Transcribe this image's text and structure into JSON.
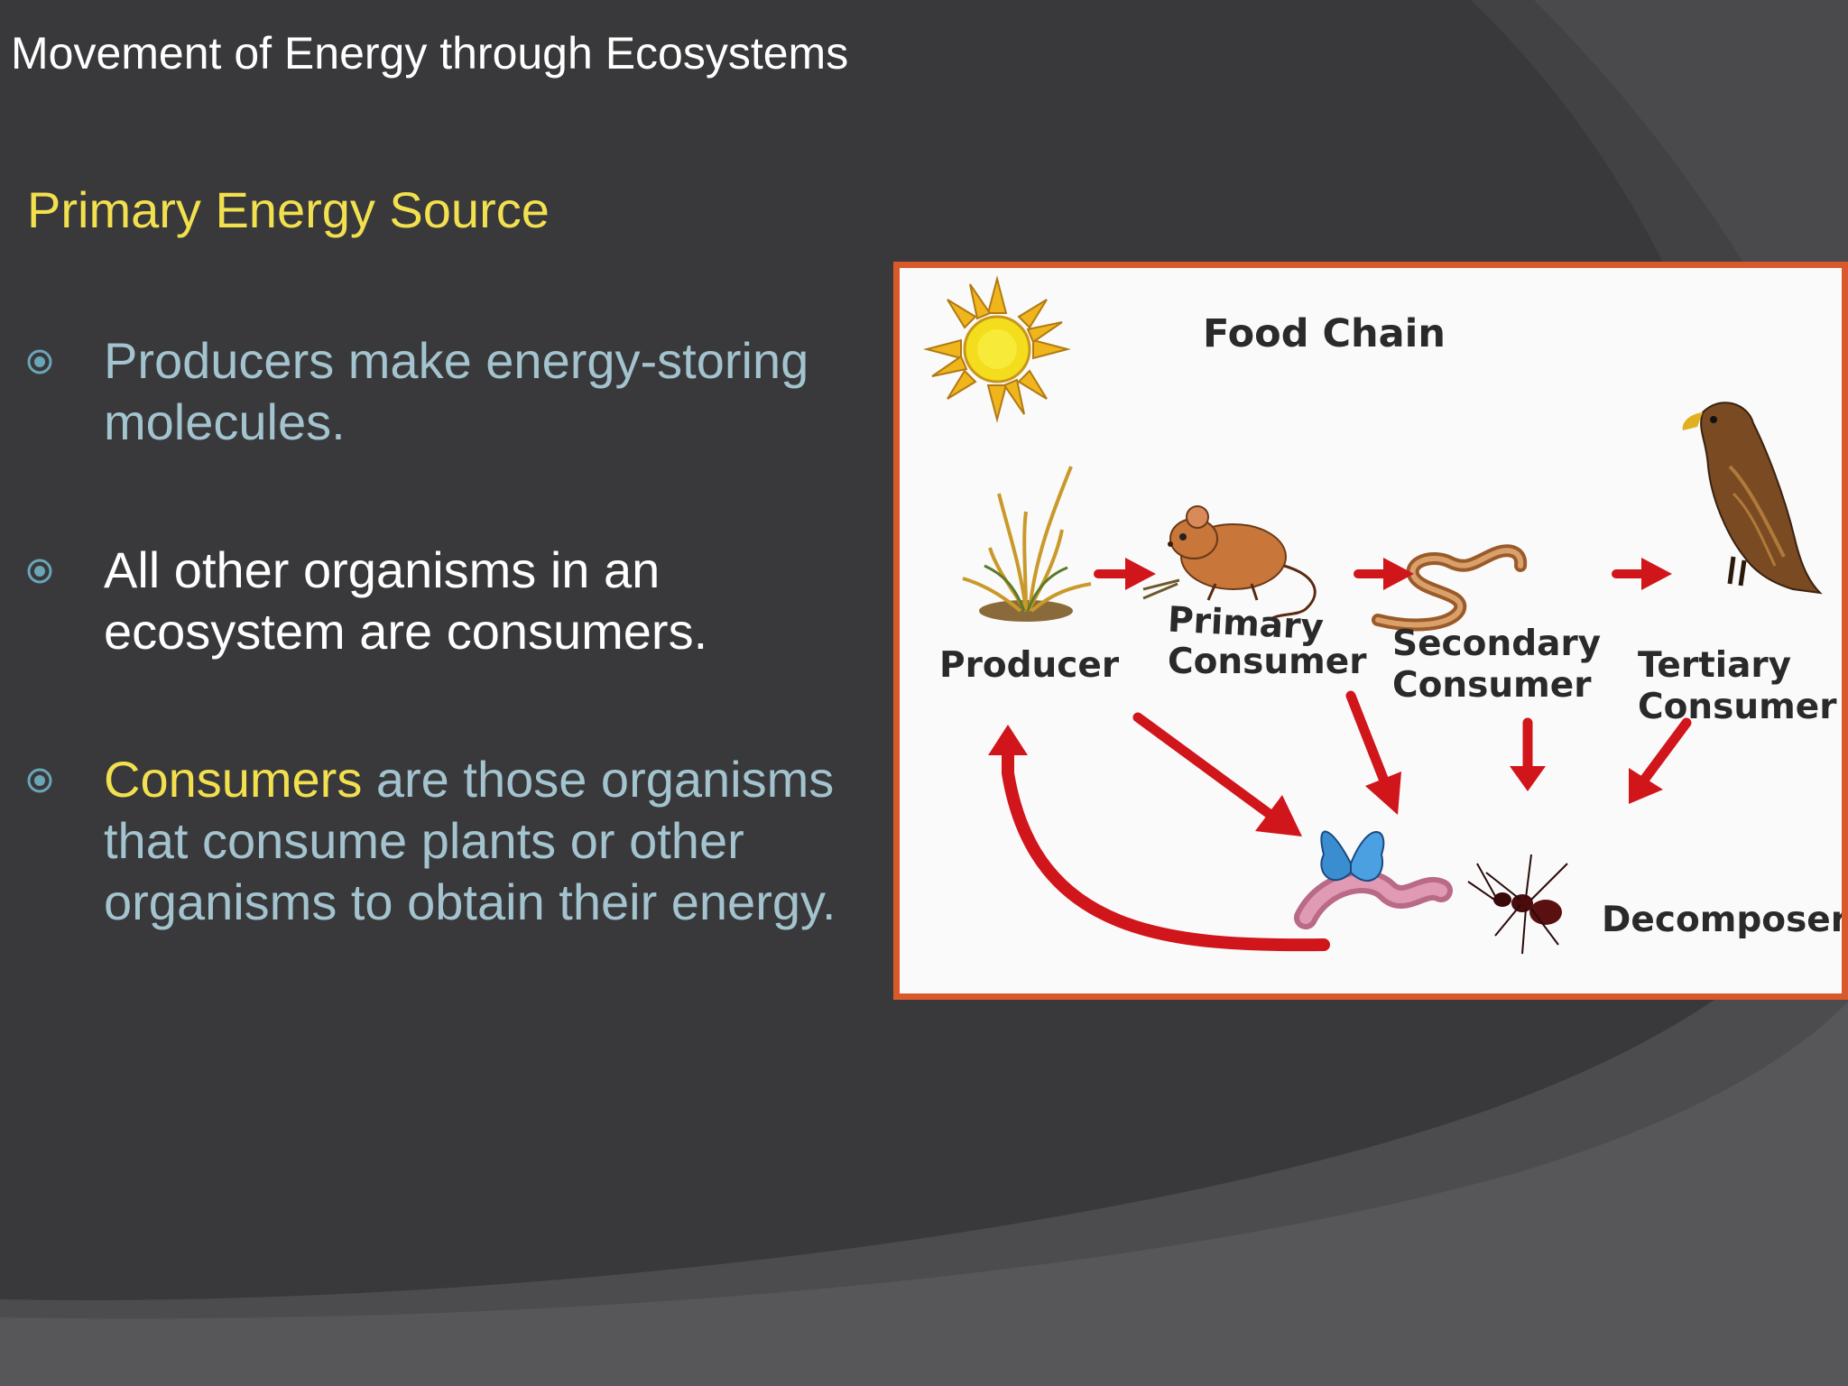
{
  "slide": {
    "title": "Movement of Energy through Ecosystems",
    "subtitle": "Primary Energy Source",
    "bullets": [
      {
        "text": "Producers make energy-storing molecules."
      },
      {
        "text": "All other organisms in an ecosystem are consumers."
      },
      {
        "highlight": "Consumers",
        "rest": " are those organisms that consume plants or other organisms to obtain their energy."
      }
    ]
  },
  "diagram": {
    "title": "Food Chain",
    "labels": {
      "producer": "Producer",
      "primary_line1": "Primary",
      "primary_line2": "Consumer",
      "secondary_line1": "Secondary",
      "secondary_line2": "Consumer",
      "tertiary_line1": "Tertiary",
      "tertiary_line2": "Consumer",
      "decomposers": "Decomposers"
    },
    "icons": [
      "sun-icon",
      "grass-icon",
      "mouse-icon",
      "snake-icon",
      "hawk-icon",
      "worm-icon",
      "butterfly-icon",
      "ant-icon"
    ]
  },
  "colors": {
    "background": "#39393b",
    "title": "#ffffff",
    "accent_yellow": "#f2e04e",
    "bullet_blue": "#a3c3ce",
    "frame_orange": "#d9592a",
    "arrow_red": "#d0151b"
  }
}
